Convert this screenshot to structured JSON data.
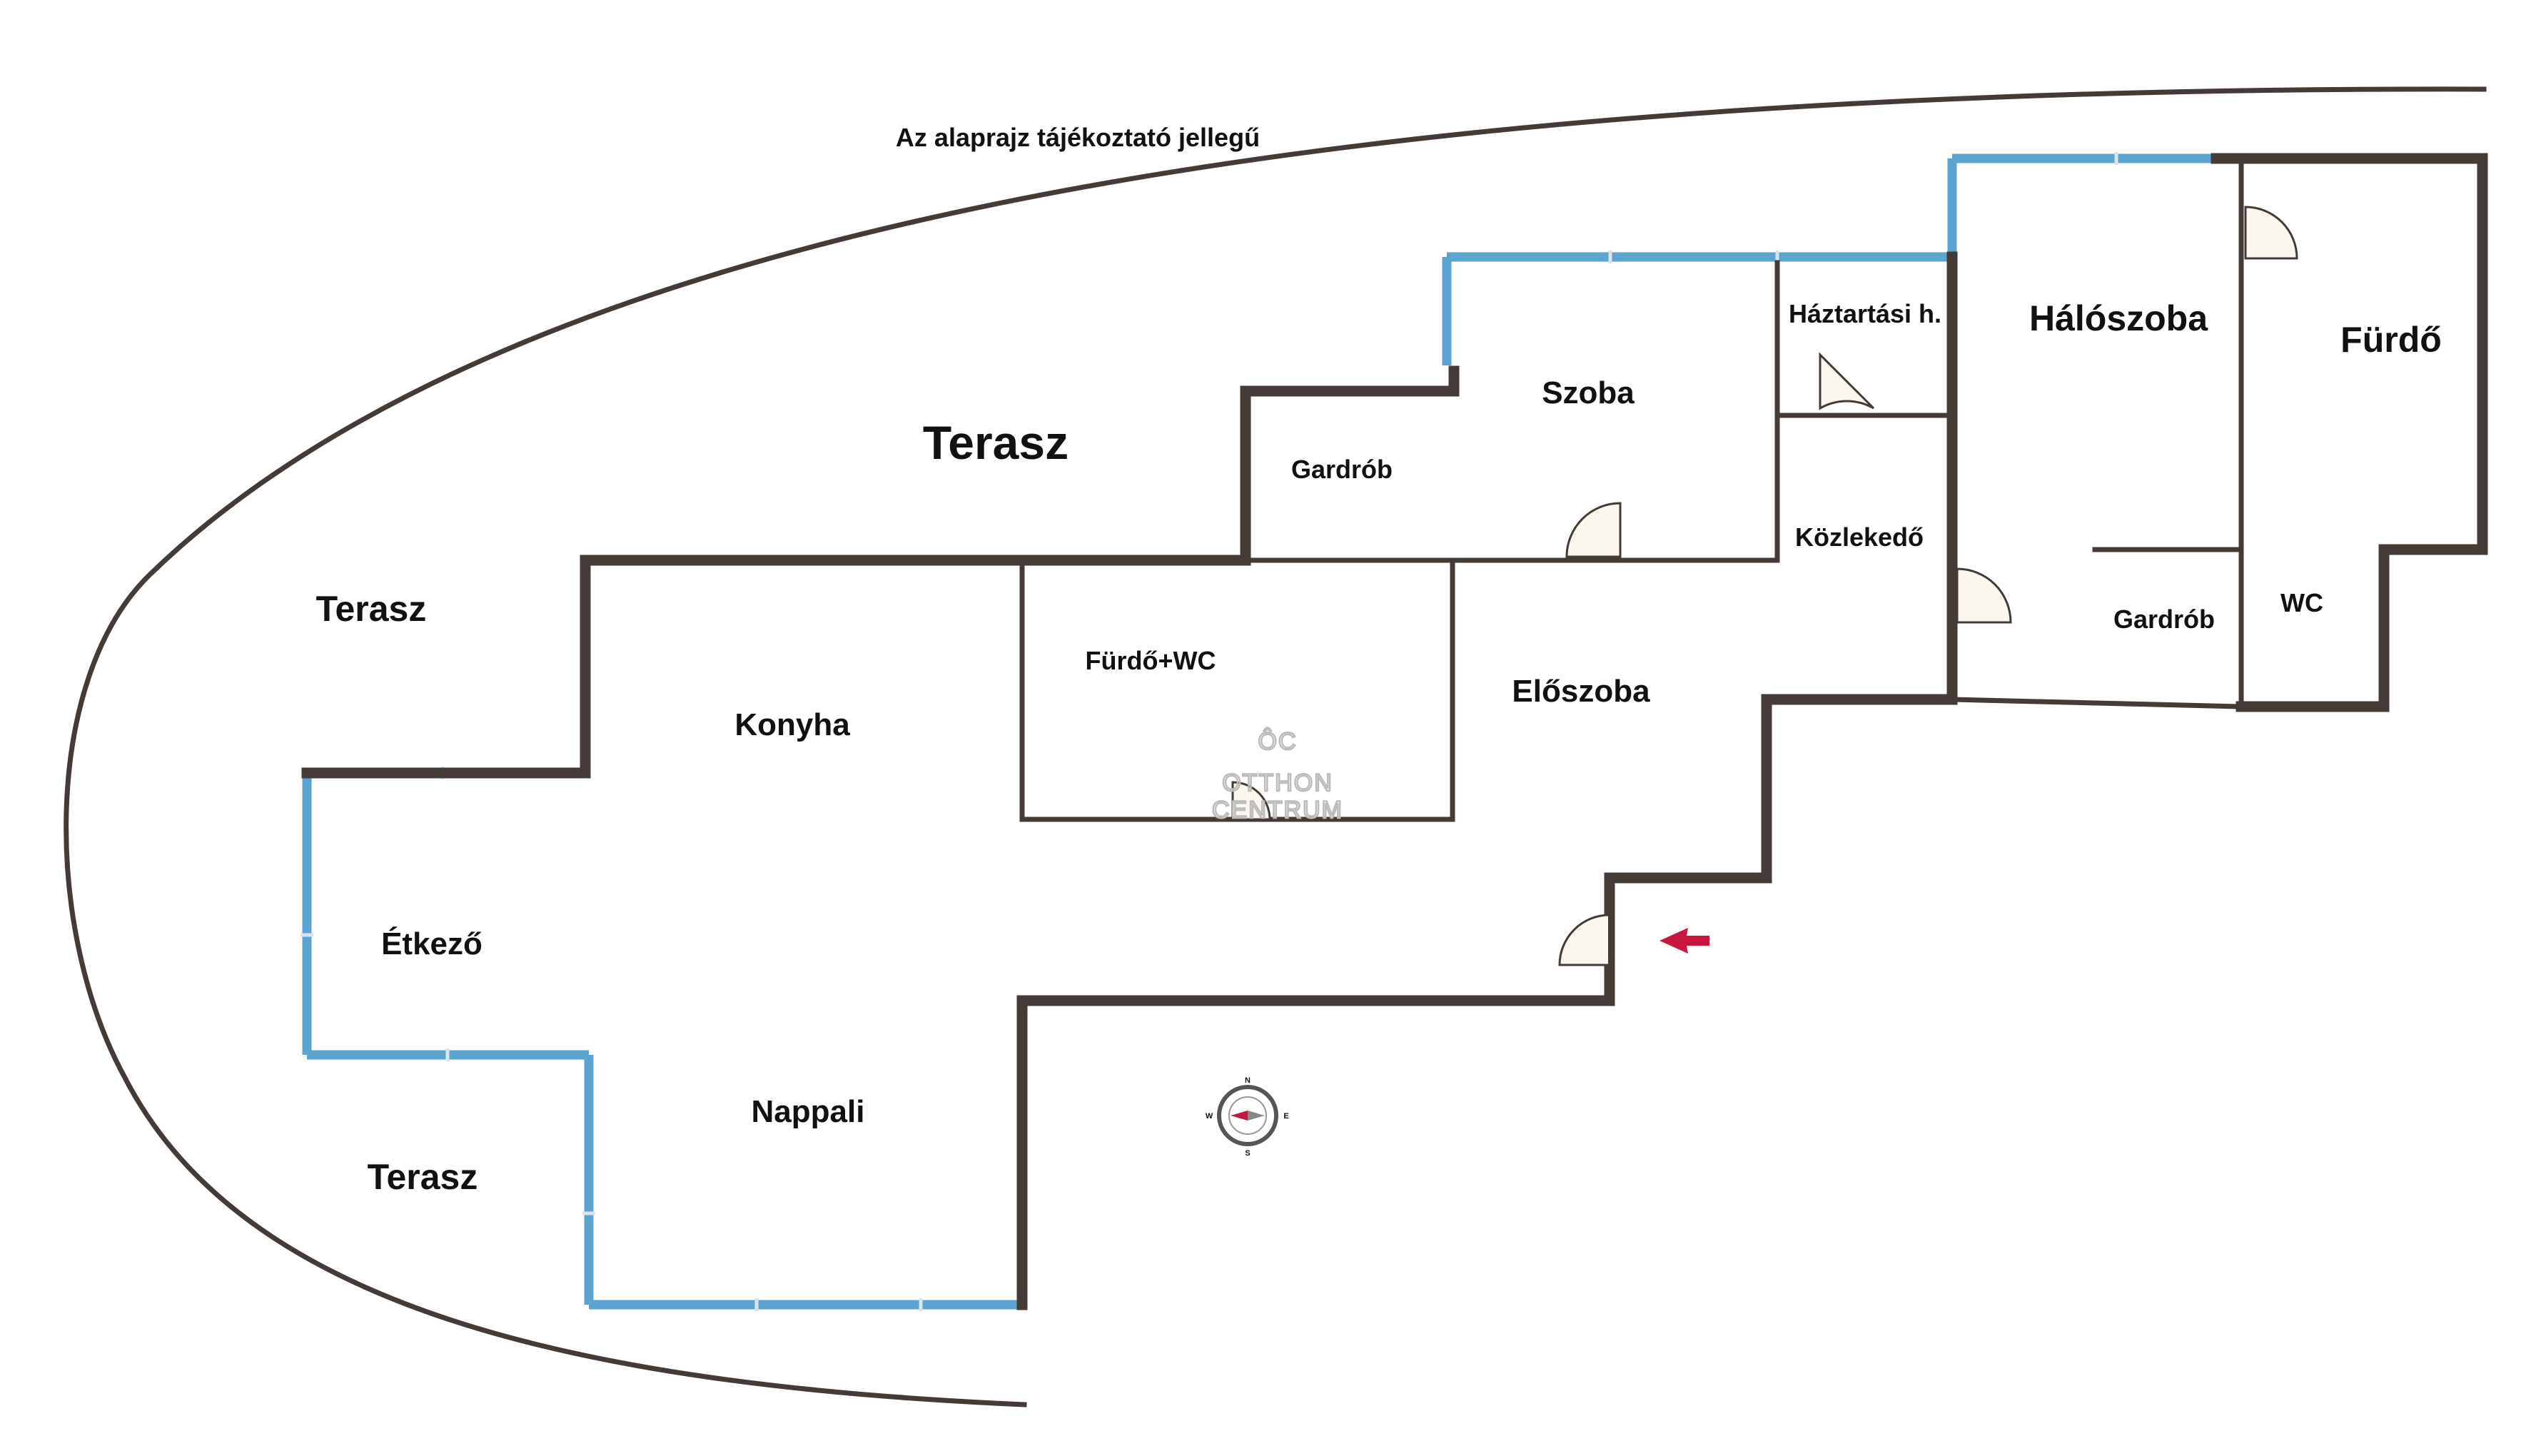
{
  "note": "Az alaprajz tájékoztató jellegű",
  "rooms": {
    "terasz_top": "Terasz",
    "terasz_left": "Terasz",
    "terasz_bottom": "Terasz",
    "konyha": "Konyha",
    "etkezo": "Étkező",
    "nappali": "Nappali",
    "furdo_wc": "Fürdő+WC",
    "eloszoba": "Előszoba",
    "gardrob_top": "Gardrób",
    "szoba": "Szoba",
    "haztartasi": "Háztartási h.",
    "kozlekedo": "Közlekedő",
    "haloszoba": "Hálószoba",
    "gardrob_right": "Gardrób",
    "furdo": "Fürdő",
    "wc": "WC"
  },
  "watermark": {
    "logo": "ÔC",
    "line1": "OTTHON",
    "line2": "CENTRUM"
  },
  "compass": {
    "n": "N",
    "s": "S",
    "e": "E",
    "w": "W"
  },
  "colors": {
    "wall": "#453b36",
    "window": "#5ba3d0",
    "entrance_arrow": "#c8163f",
    "watermark": "#bcbcbc"
  }
}
